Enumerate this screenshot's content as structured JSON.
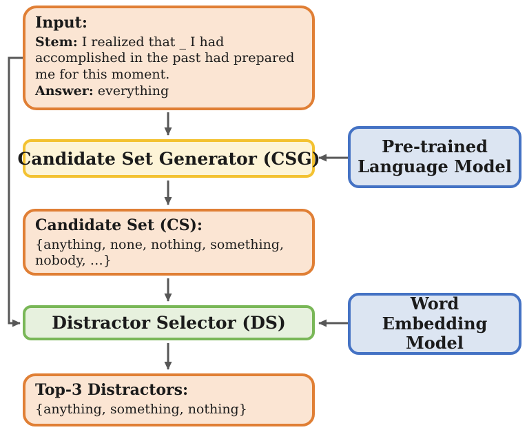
{
  "colors": {
    "orange_border": "#E07F35",
    "orange_fill": "#FBE5D3",
    "yellow_border": "#F3C231",
    "yellow_fill": "#FDF4D7",
    "green_border": "#79B757",
    "green_fill": "#E7F1DE",
    "blue_border": "#4472C4",
    "blue_fill": "#DCE5F2",
    "arrow": "#575757",
    "text": "#1b1b1b"
  },
  "nodes": {
    "input": {
      "title": "Input:",
      "stem_label": "Stem:",
      "stem_text": " I realized that _ I had accomplished in the past had prepared me for this moment.",
      "answer_label": "Answer:",
      "answer_text": " everything"
    },
    "csg": {
      "label": "Candidate Set Generator (CSG)"
    },
    "plm": {
      "label": "Pre-trained Language Model"
    },
    "cs": {
      "title": "Candidate Set (CS):",
      "body": "{anything, none, nothing, something, nobody, …}"
    },
    "ds": {
      "label": "Distractor Selector (DS)"
    },
    "wem": {
      "label": "Word Embedding Model"
    },
    "top3": {
      "title": "Top-3 Distractors:",
      "body": "{anything, something, nothing}"
    }
  }
}
